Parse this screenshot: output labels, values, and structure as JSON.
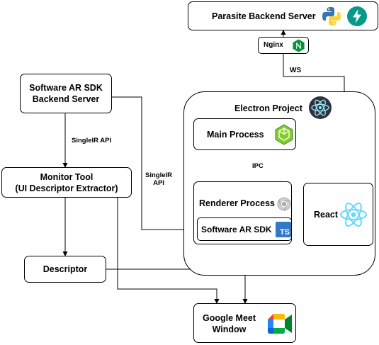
{
  "nodes": {
    "parasite": "Parasite Backend Server",
    "nginx": "Nginx",
    "sdk_backend": [
      "Software AR SDK",
      "Backend Server"
    ],
    "electron": "Electron Project",
    "main_process": "Main Process",
    "monitor": [
      "Monitor Tool",
      "(UI Descriptor Extractor)"
    ],
    "renderer": "Renderer Process",
    "sdk": "Software AR SDK",
    "react": "React",
    "descriptor": "Descriptor",
    "meet": [
      "Google Meet",
      "Window"
    ]
  },
  "edges": {
    "ws": "WS",
    "signalr_api_1": "SingleIR API",
    "ipc": "IPC",
    "signalr_api_2": [
      "SingleIR",
      "API"
    ]
  },
  "icons": {
    "python": "python-icon",
    "fastapi": "fastapi-icon",
    "nginx": "nginx-icon",
    "electron": "electron-icon",
    "nodejs": "nodejs-icon",
    "chrome": "chrome-icon",
    "typescript": "typescript-icon",
    "react": "react-icon",
    "google_meet": "google-meet-icon"
  },
  "icon_text": {
    "typescript": "TS"
  },
  "colors": {
    "python_blue": "#3776ab",
    "python_yellow": "#ffd43b",
    "fastapi": "#05998b",
    "nginx": "#009639",
    "electron_bg": "#2f3242",
    "electron_fg": "#9feaf9",
    "nodejs": "#83cd29",
    "typescript": "#3178c6",
    "react": "#61dafb",
    "meet_green": "#00832d",
    "meet_blue": "#0066da",
    "meet_red": "#e94235",
    "meet_yellow": "#ffba00"
  }
}
